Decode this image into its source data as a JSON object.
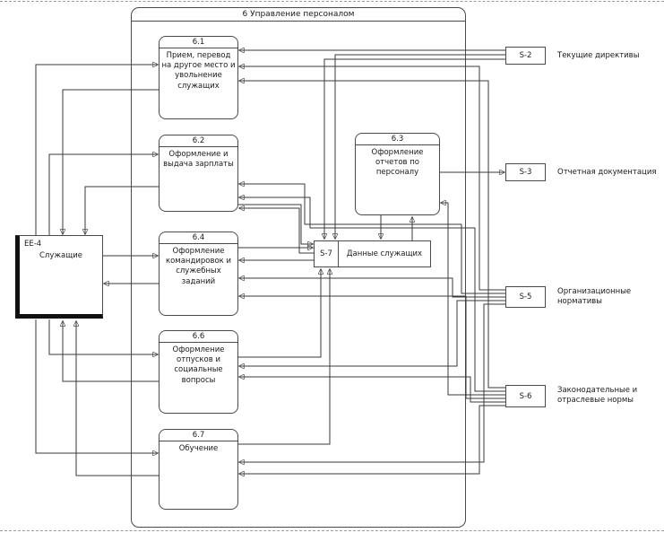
{
  "diagram": {
    "title": "6 Управление персоналом"
  },
  "processes": [
    {
      "number": "6.1",
      "label": "Прием, перевод на другое место и увольнение служащих"
    },
    {
      "number": "6.2",
      "label": "Оформление и выдача зарплаты"
    },
    {
      "number": "6.3",
      "label": "Оформление отчетов по персоналу"
    },
    {
      "number": "6.4",
      "label": "Оформление командировок и служебных заданий"
    },
    {
      "number": "6.6",
      "label": "Оформление отпусков и социальные вопросы"
    },
    {
      "number": "6.7",
      "label": "Обучение"
    }
  ],
  "datastore": {
    "code": "S-7",
    "label": "Данные служащих"
  },
  "external_entity": {
    "code": "EE-4",
    "label": "Служащие"
  },
  "references": [
    {
      "code": "S-2",
      "label": "Текущие директивы"
    },
    {
      "code": "S-3",
      "label": "Отчетная документация"
    },
    {
      "code": "S-5",
      "label": "Организационные нормативы"
    },
    {
      "code": "S-6",
      "label": "Законодательные и отраслевые нормы"
    }
  ],
  "colors": {
    "line": "#3a3a3a",
    "box_border": "#4a4a4a",
    "background": "#ffffff"
  }
}
